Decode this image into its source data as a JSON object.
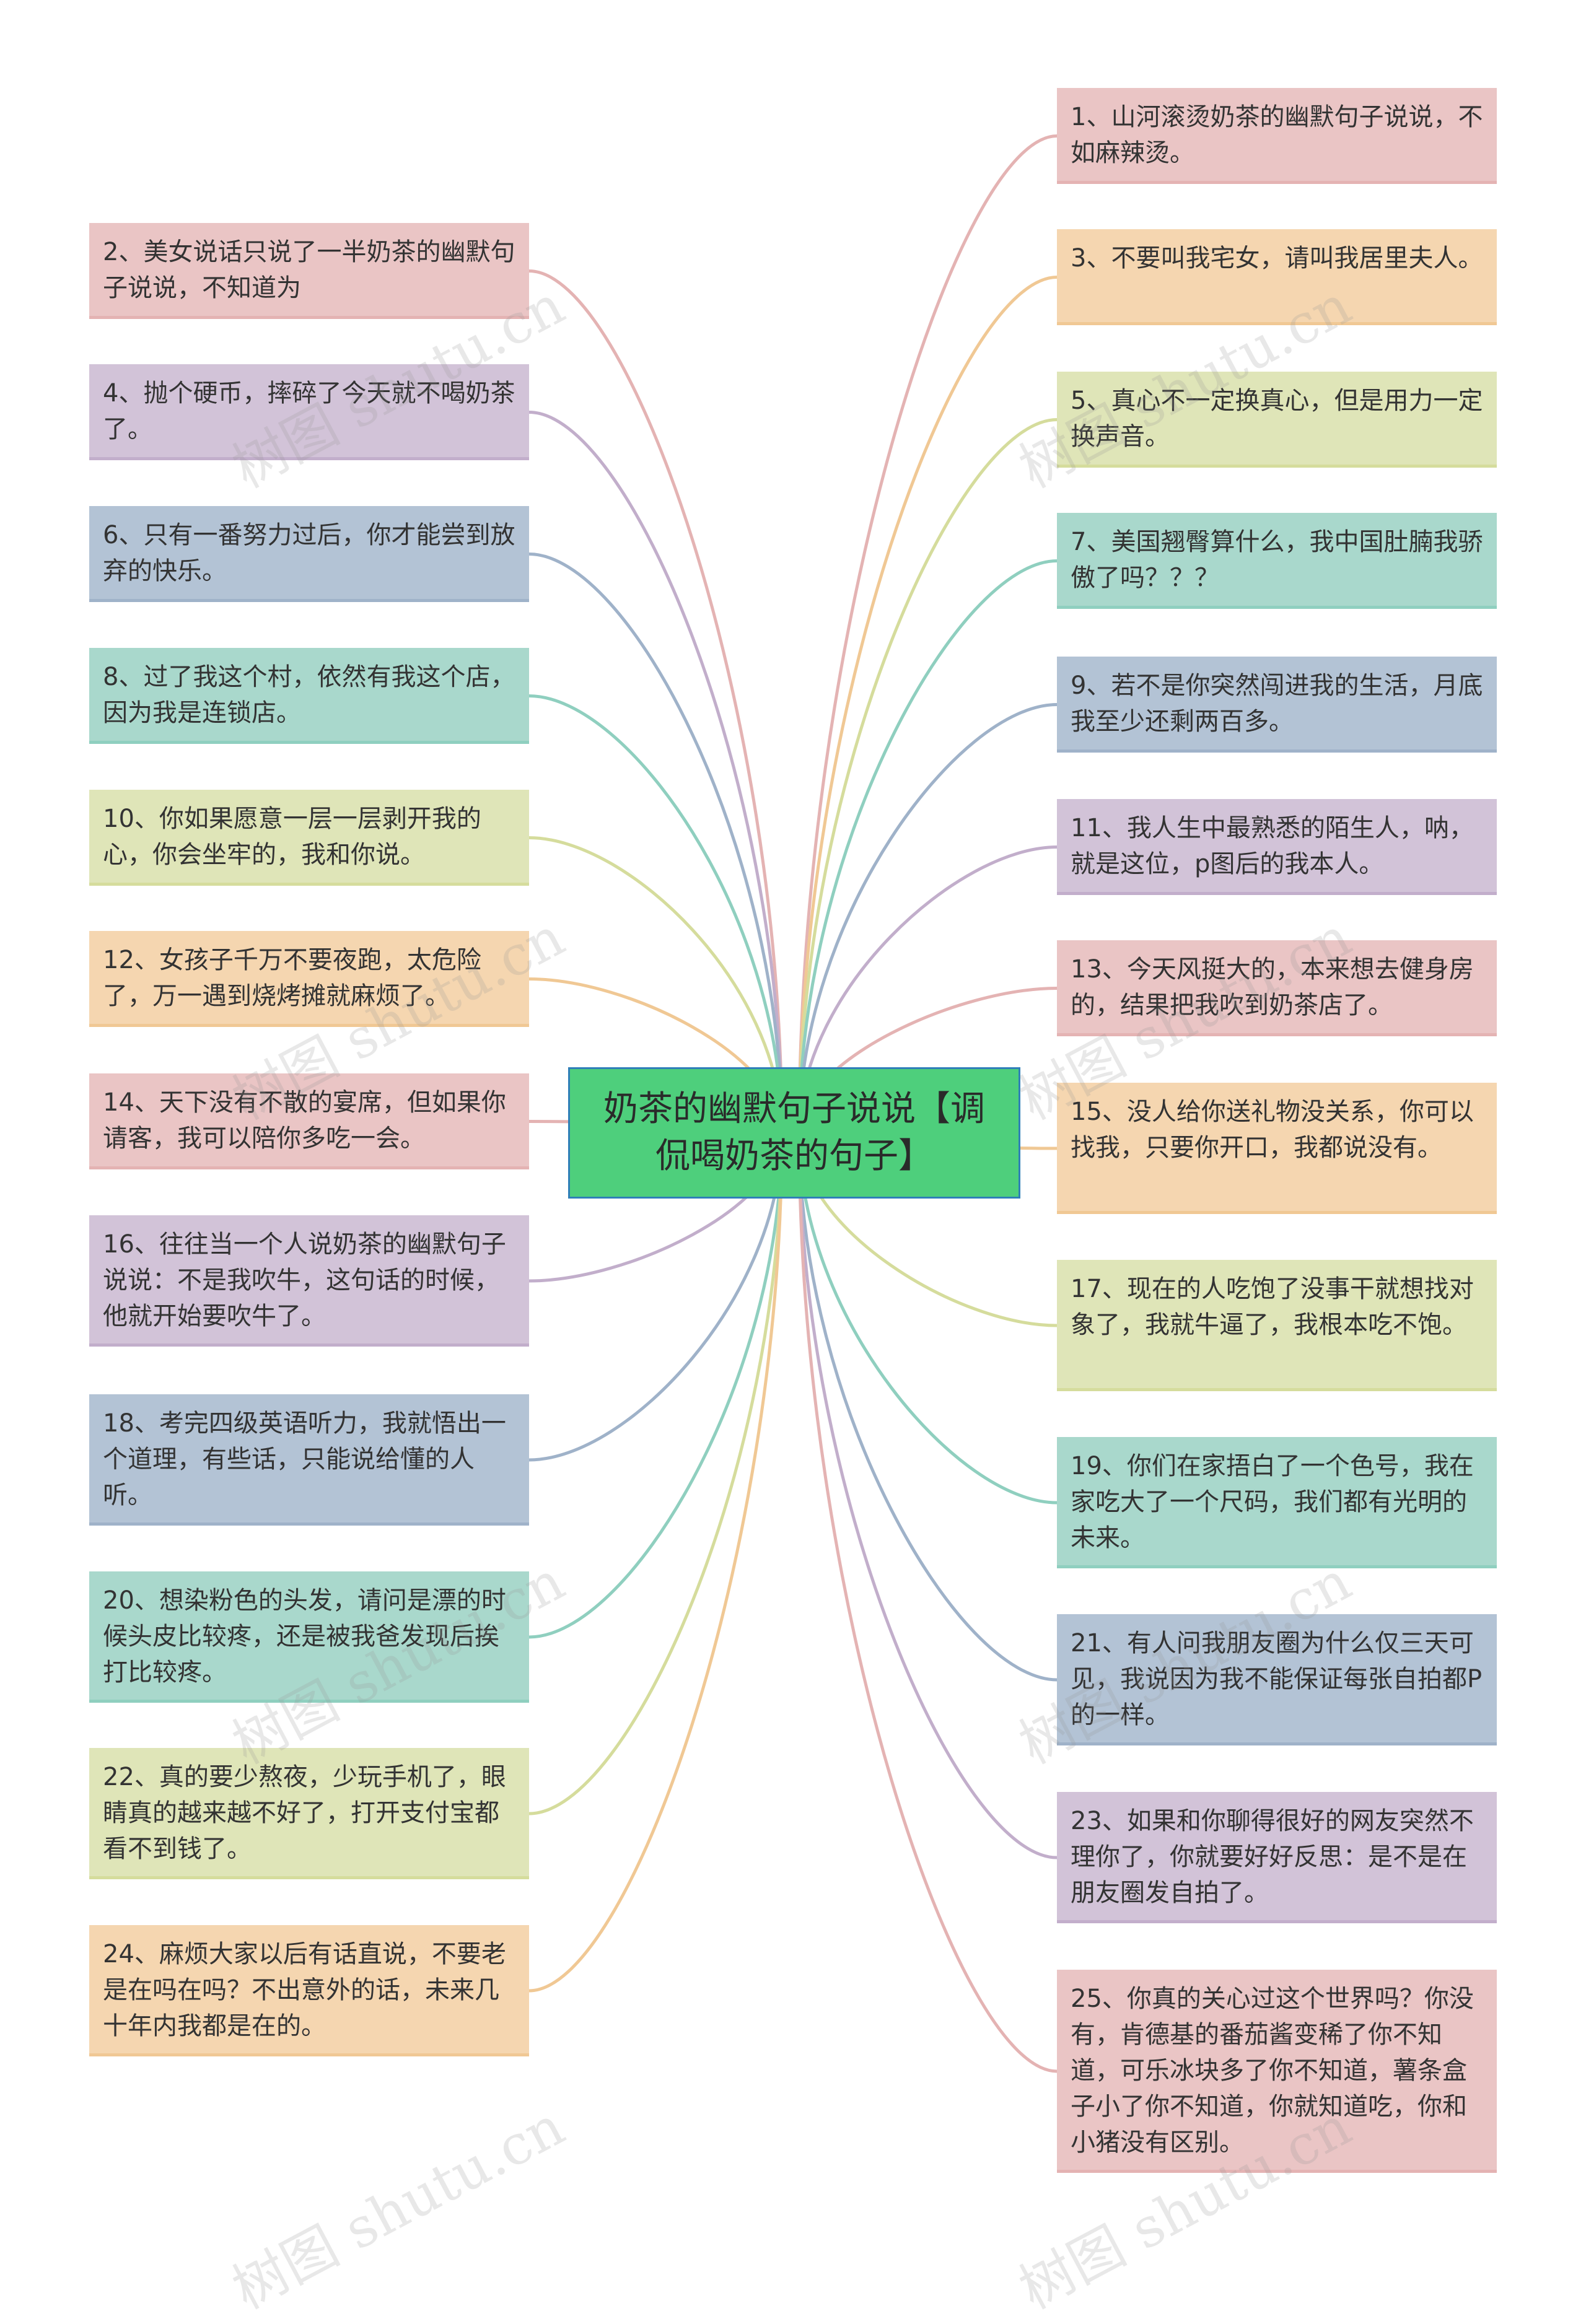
{
  "root": {
    "title": "奶茶的幽默句子说说【调侃喝奶茶的句子】"
  },
  "watermark": "树图 shutu.cn",
  "colors": {
    "pink": "#eac5c5",
    "orange": "#f5d6b0",
    "green": "#dfe5b8",
    "teal": "#a9d8cc",
    "blue": "#b3c3d5",
    "purple": "#d2c3d8",
    "center": "#4ecf7c",
    "center_border": "#2f7fb8"
  },
  "left_nodes": [
    {
      "id": "n2",
      "color": "pink",
      "text": "2、美女说话只说了一半奶茶的幽默句子说说，不知道为"
    },
    {
      "id": "n4",
      "color": "purple",
      "text": "4、抛个硬币，摔碎了今天就不喝奶茶了。"
    },
    {
      "id": "n6",
      "color": "blue",
      "text": "6、只有一番努力过后，你才能尝到放弃的快乐。"
    },
    {
      "id": "n8",
      "color": "teal",
      "text": "8、过了我这个村，依然有我这个店，因为我是连锁店。"
    },
    {
      "id": "n10",
      "color": "green",
      "text": "10、你如果愿意一层一层剥开我的心，你会坐牢的，我和你说。"
    },
    {
      "id": "n12",
      "color": "orange",
      "text": "12、女孩子千万不要夜跑，太危险了，万一遇到烧烤摊就麻烦了。"
    },
    {
      "id": "n14",
      "color": "pink",
      "text": "14、天下没有不散的宴席，但如果你请客，我可以陪你多吃一会。"
    },
    {
      "id": "n16",
      "color": "purple",
      "text": "16、往往当一个人说奶茶的幽默句子说说：不是我吹牛，这句话的时候，他就开始要吹牛了。"
    },
    {
      "id": "n18",
      "color": "blue",
      "text": "18、考完四级英语听力，我就悟出一个道理，有些话，只能说给懂的人听。"
    },
    {
      "id": "n20",
      "color": "teal",
      "text": "20、想染粉色的头发，请问是漂的时候头皮比较疼，还是被我爸发现后挨打比较疼。"
    },
    {
      "id": "n22",
      "color": "green",
      "text": "22、真的要少熬夜，少玩手机了，眼睛真的越来越不好了，打开支付宝都看不到钱了。"
    },
    {
      "id": "n24",
      "color": "orange",
      "text": "24、麻烦大家以后有话直说，不要老是在吗在吗？不出意外的话，未来几十年内我都是在的。"
    }
  ],
  "right_nodes": [
    {
      "id": "n1",
      "color": "pink",
      "text": "1、山河滚烫奶茶的幽默句子说说，不如麻辣烫。"
    },
    {
      "id": "n3",
      "color": "orange",
      "text": "3、不要叫我宅女，请叫我居里夫人。"
    },
    {
      "id": "n5",
      "color": "green",
      "text": "5、真心不一定换真心，但是用力一定换声音。"
    },
    {
      "id": "n7",
      "color": "teal",
      "text": "7、美国翘臀算什么，我中国肚腩我骄傲了吗？？？"
    },
    {
      "id": "n9",
      "color": "blue",
      "text": "9、若不是你突然闯进我的生活，月底我至少还剩两百多。"
    },
    {
      "id": "n11",
      "color": "purple",
      "text": "11、我人生中最熟悉的陌生人，呐，就是这位，p图后的我本人。"
    },
    {
      "id": "n13",
      "color": "pink",
      "text": "13、今天风挺大的，本来想去健身房的，结果把我吹到奶茶店了。"
    },
    {
      "id": "n15",
      "color": "orange",
      "text": "15、没人给你送礼物没关系，你可以找我，只要你开口，我都说没有。"
    },
    {
      "id": "n17",
      "color": "green",
      "text": "17、现在的人吃饱了没事干就想找对象了，我就牛逼了，我根本吃不饱。"
    },
    {
      "id": "n19",
      "color": "teal",
      "text": "19、你们在家捂白了一个色号，我在家吃大了一个尺码，我们都有光明的未来。"
    },
    {
      "id": "n21",
      "color": "blue",
      "text": "21、有人问我朋友圈为什么仅三天可见，我说因为我不能保证每张自拍都P的一样。"
    },
    {
      "id": "n23",
      "color": "purple",
      "text": "23、如果和你聊得很好的网友突然不理你了，你就要好好反思：是不是在朋友圈发自拍了。"
    },
    {
      "id": "n25",
      "color": "pink",
      "text": "25、你真的关心过这个世界吗？你没有，肯德基的番茄酱变稀了你不知道，可乐冰块多了你不知道，薯条盒子小了你不知道，你就知道吃，你和小猪没有区别。"
    }
  ]
}
